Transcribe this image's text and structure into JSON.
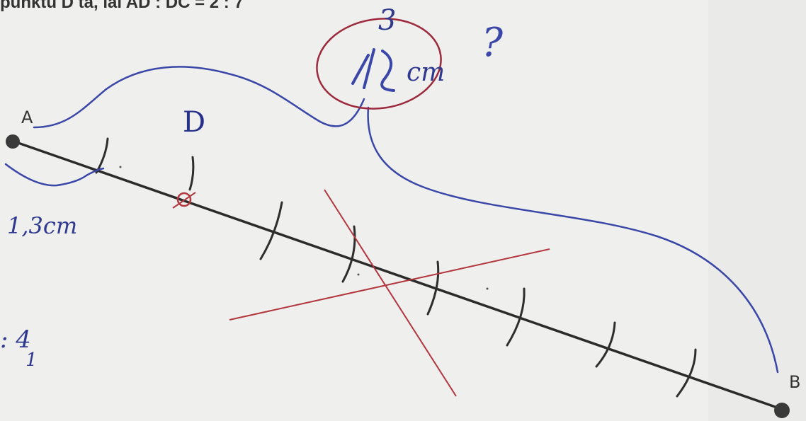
{
  "header": {
    "text": "punktu D ta, lai AD : DC = 2 : 7"
  },
  "points": {
    "a": "A",
    "b": "B",
    "d": "D"
  },
  "handwriting": {
    "segment_length": "1,3cm",
    "answer_number": "3",
    "answer_unit": "cm",
    "question_mark": "?",
    "ratio": ": 4",
    "ratio_sub": "1"
  },
  "colors": {
    "paper": "#efefed",
    "segment": "#2b2b2b",
    "blue_pen": "#3a47a8",
    "red_pen": "#b2363e",
    "pencil": "#4a4a4a"
  }
}
